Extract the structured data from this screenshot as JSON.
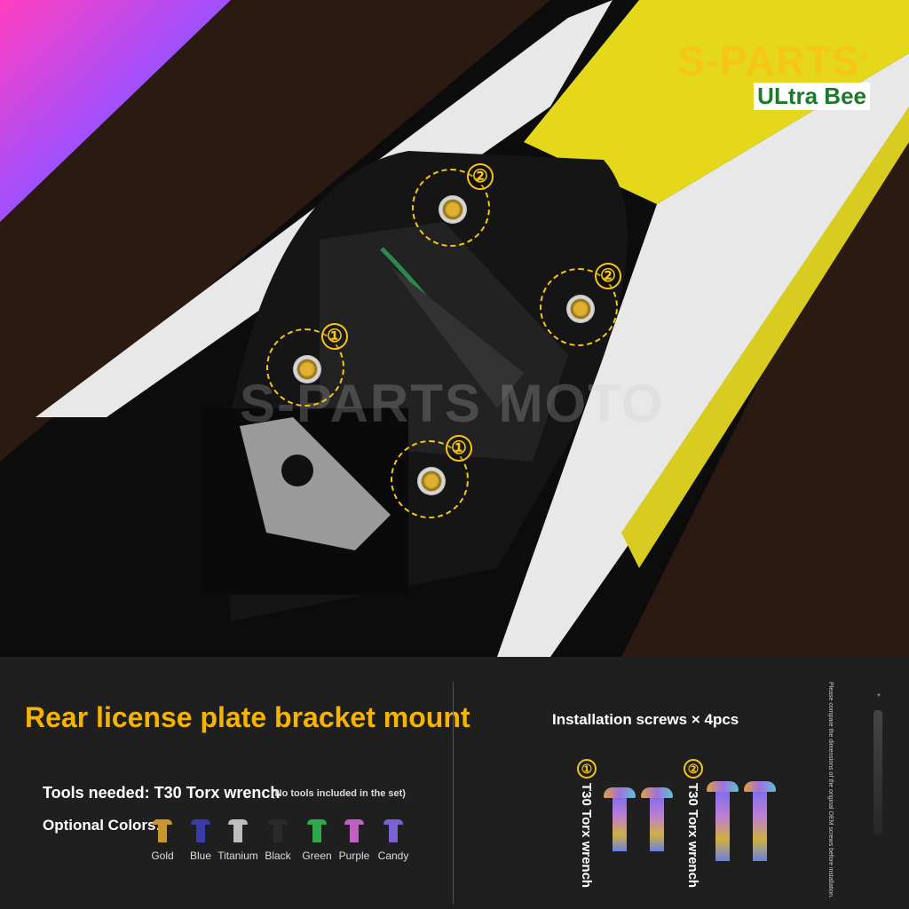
{
  "brand": {
    "name": "S-PARTS",
    "registered": "®",
    "model": "ULtra Bee"
  },
  "watermark": "S-PARTS MOTO",
  "markers": [
    {
      "num": "②"
    },
    {
      "num": "②"
    },
    {
      "num": "①"
    },
    {
      "num": "①"
    }
  ],
  "panel": {
    "title": "Rear license plate bracket mount",
    "tools": "Tools needed: T30 Torx wrench",
    "tools_note": "(No tools included in the set)",
    "optional_label": "Optional Colors:",
    "colors": [
      {
        "label": "Gold",
        "color": "#c9952e"
      },
      {
        "label": "Blue",
        "color": "#3a3aa8"
      },
      {
        "label": "Titanium",
        "color": "#bdbdbd"
      },
      {
        "label": "Black",
        "color": "#2a2a2a"
      },
      {
        "label": "Green",
        "color": "#2fa84a"
      },
      {
        "label": "Purple",
        "color": "#c060c0"
      },
      {
        "label": "Candy",
        "color": "#7a60d0"
      }
    ],
    "installation": "Installation screws × 4pcs",
    "group1": {
      "num": "①",
      "tool": "T30 Torx wrench"
    },
    "group2": {
      "num": "②",
      "tool": "T30 Torx wrench"
    },
    "note": "Please compare the dimensions of the original OEM screws before installation.",
    "star": "*"
  },
  "accent": "#f5c518"
}
